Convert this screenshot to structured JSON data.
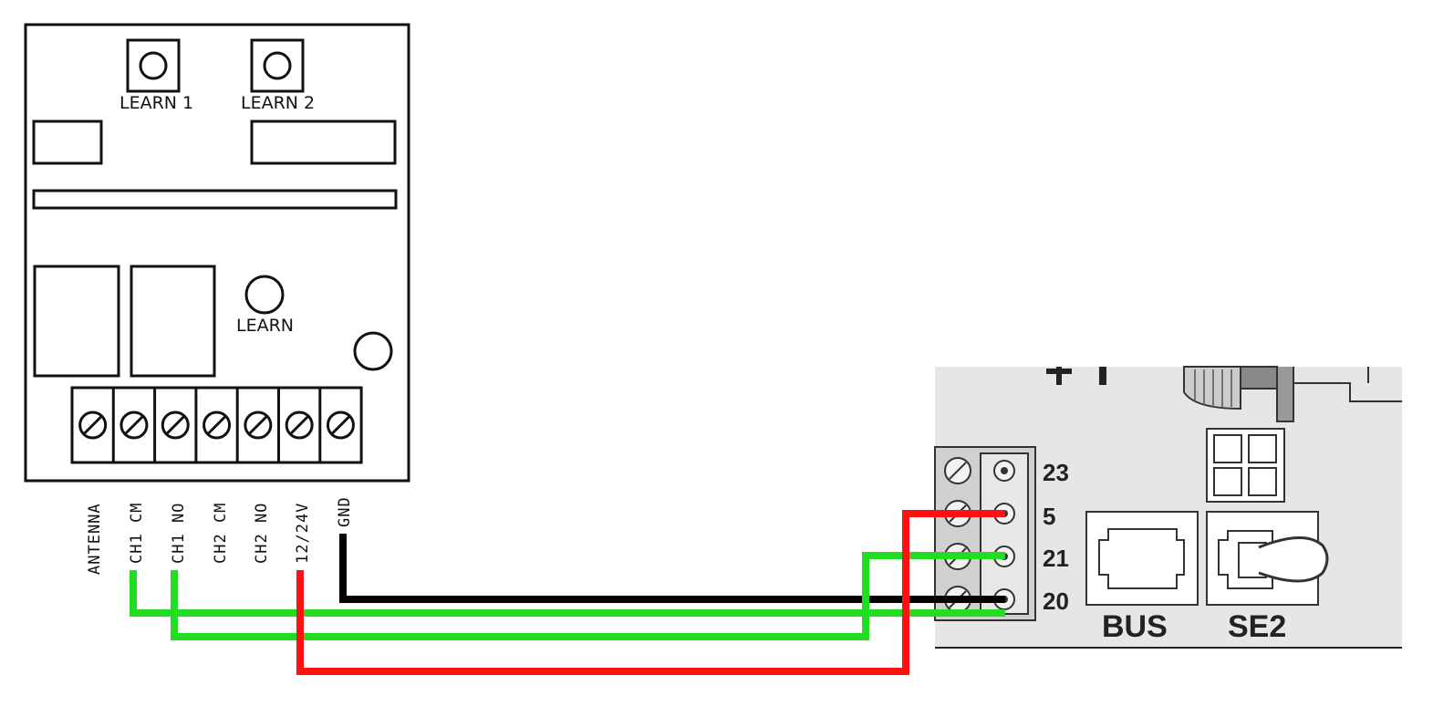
{
  "receiver": {
    "buttons": [
      "LEARN 1",
      "LEARN 2"
    ],
    "center_button": "LEARN",
    "terminals": [
      "ANTENNA",
      "CH1 CM",
      "CH1 NO",
      "CH2 CM",
      "CH2 NO",
      "12/24V",
      "GND"
    ]
  },
  "controller": {
    "terminal_numbers": [
      "23",
      "5",
      "21",
      "20"
    ],
    "ports": [
      "BUS",
      "SE2"
    ],
    "top_marks": "+ I"
  },
  "wire_colors": {
    "green": "#22dd22",
    "red": "#ff1111",
    "black": "#000000"
  },
  "connections": [
    {
      "from": "CH1 CM",
      "to": "20",
      "color": "green"
    },
    {
      "from": "CH1 NO",
      "to": "21",
      "color": "green"
    },
    {
      "from": "12/24V",
      "to": "5",
      "color": "red"
    },
    {
      "from": "GND",
      "to": "20",
      "color": "black"
    }
  ]
}
